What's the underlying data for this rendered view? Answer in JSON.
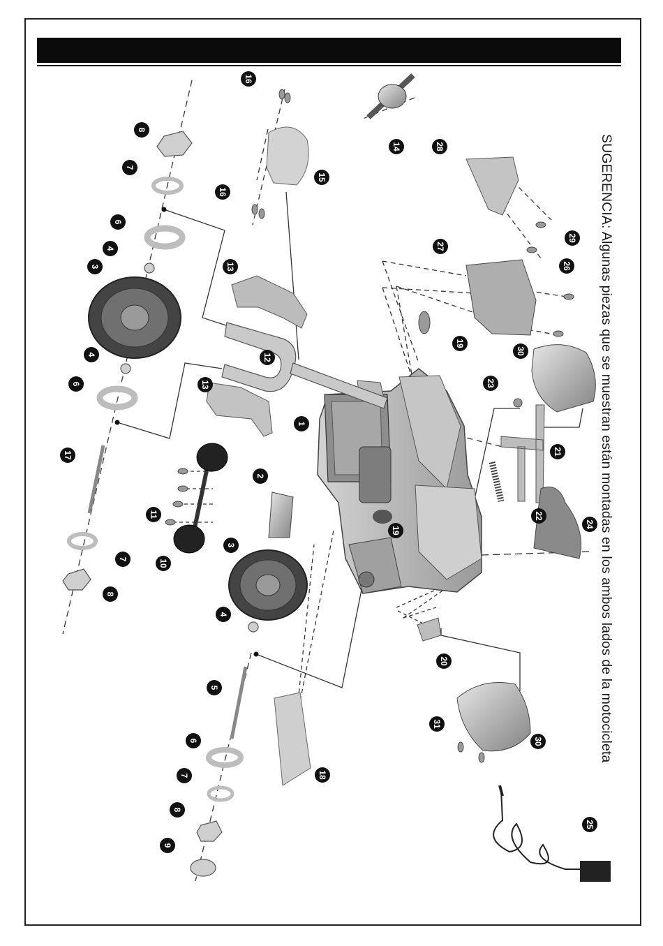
{
  "header": {
    "title": ""
  },
  "tip_text": "SUGERENCIA: Algunas piezas que se muestran están montadas en los ambos lados de la motocicleta",
  "colors": {
    "header": "#0b0b0b",
    "part_fill": "#b9b9b9",
    "part_dark": "#6f6f6f",
    "outline": "#444444",
    "callout": "#111111"
  },
  "callouts": [
    {
      "id": "c1",
      "label": "1"
    },
    {
      "id": "c2",
      "label": "2"
    },
    {
      "id": "c3a",
      "label": "3"
    },
    {
      "id": "c3b",
      "label": "3"
    },
    {
      "id": "c4a",
      "label": "4"
    },
    {
      "id": "c4b",
      "label": "4"
    },
    {
      "id": "c4c",
      "label": "4"
    },
    {
      "id": "c5",
      "label": "5"
    },
    {
      "id": "c6a",
      "label": "6"
    },
    {
      "id": "c6b",
      "label": "6"
    },
    {
      "id": "c6c",
      "label": "6"
    },
    {
      "id": "c7a",
      "label": "7"
    },
    {
      "id": "c7b",
      "label": "7"
    },
    {
      "id": "c7c",
      "label": "7"
    },
    {
      "id": "c8a",
      "label": "8"
    },
    {
      "id": "c8b",
      "label": "8"
    },
    {
      "id": "c8c",
      "label": "8"
    },
    {
      "id": "c9",
      "label": "9"
    },
    {
      "id": "c10",
      "label": "10"
    },
    {
      "id": "c11",
      "label": "11"
    },
    {
      "id": "c12",
      "label": "12"
    },
    {
      "id": "c13a",
      "label": "13"
    },
    {
      "id": "c13b",
      "label": "13"
    },
    {
      "id": "c14",
      "label": "14"
    },
    {
      "id": "c15",
      "label": "15"
    },
    {
      "id": "c16a",
      "label": "16"
    },
    {
      "id": "c16b",
      "label": "16"
    },
    {
      "id": "c17",
      "label": "17"
    },
    {
      "id": "c18",
      "label": "18"
    },
    {
      "id": "c19a",
      "label": "19"
    },
    {
      "id": "c19b",
      "label": "19"
    },
    {
      "id": "c20",
      "label": "20"
    },
    {
      "id": "c21",
      "label": "21"
    },
    {
      "id": "c22",
      "label": "22"
    },
    {
      "id": "c23",
      "label": "23"
    },
    {
      "id": "c24",
      "label": "24"
    },
    {
      "id": "c25",
      "label": "25"
    },
    {
      "id": "c26",
      "label": "26"
    },
    {
      "id": "c27",
      "label": "27"
    },
    {
      "id": "c28",
      "label": "28"
    },
    {
      "id": "c29",
      "label": "29"
    },
    {
      "id": "c30a",
      "label": "30"
    },
    {
      "id": "c30b",
      "label": "30"
    },
    {
      "id": "c31",
      "label": "31"
    }
  ]
}
